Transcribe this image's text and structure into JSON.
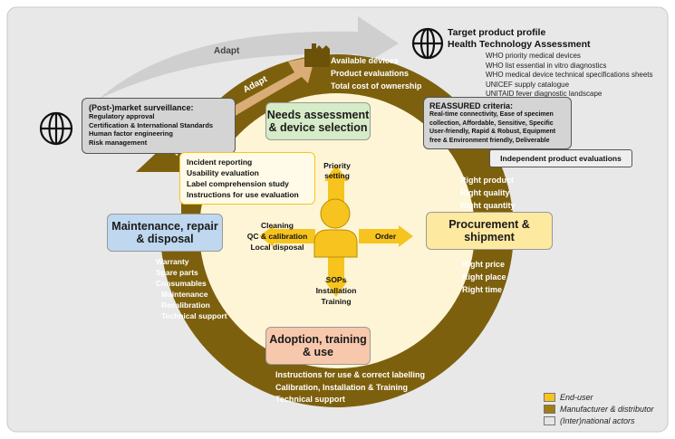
{
  "top": {
    "adapt_upper": "Adapt",
    "adapt_lower": "Adapt"
  },
  "top_right": {
    "title1": "Target product profile",
    "title2": "Health Technology Assessment",
    "items": [
      "WHO priority medical devices",
      "WHO list essential in vitro diagnostics",
      "WHO medical device technical specifications sheets",
      "UNICEF supply catalogue",
      "UNITAID fever diagnostic landscape"
    ]
  },
  "available": {
    "items": [
      "Available devices",
      "Product evaluations",
      "Total cost of ownership"
    ]
  },
  "surveillance": {
    "title": "(Post-)market surveillance:",
    "items": [
      "Regulatory approval",
      "Certification & International Standards",
      "Human factor engineering",
      "Risk management"
    ]
  },
  "needs": {
    "label": "Needs assessment & device selection"
  },
  "reassured": {
    "title": "REASSURED criteria:",
    "items": [
      "Real-time connectivity, Ease of specimen",
      "collection, Affordable, Sensitive, Specific",
      "User-friendly, Rapid & Robust, Equipment",
      "free & Environment friendly, Deliverable"
    ]
  },
  "independent": {
    "label": "Independent product evaluations"
  },
  "incident": {
    "items": [
      "Incident reporting",
      "Usability evaluation",
      "Label comprehension study",
      "Instructions for use evaluation"
    ]
  },
  "center": {
    "priority": [
      "Priority",
      "setting"
    ],
    "cleaning": [
      "Cleaning",
      "QC & calibration",
      "Local disposal"
    ],
    "order": "Order",
    "sops": [
      "SOPs",
      "Installation",
      "Training"
    ]
  },
  "right_rights": {
    "items": [
      "Right product",
      "Right quality",
      "Right quantity"
    ]
  },
  "procurement": {
    "label": "Procurement & shipment"
  },
  "right_price": {
    "items": [
      "Right price",
      "Right place",
      "Right time"
    ]
  },
  "maintenance": {
    "label": "Maintenance, repair & disposal"
  },
  "maint_list": {
    "items": [
      "Warranty",
      "Spare parts",
      "Consumables",
      "Maintenance",
      "Recalibration",
      "Technical support"
    ]
  },
  "adoption": {
    "label": "Adoption, training & use"
  },
  "adoption_list": {
    "items": [
      "Instructions for use & correct labelling",
      "Calibration, Installation & Training",
      "Technical support"
    ]
  },
  "legend": {
    "items": [
      {
        "label": "End-user",
        "color": "#f7c41f"
      },
      {
        "label": "Manufacturer & distributor",
        "color": "#a17d12"
      },
      {
        "label": "(Inter)national actors",
        "color": "#e5e5e5"
      }
    ]
  },
  "colors": {
    "ring": "#7d600d",
    "inner": "#fdf5d6",
    "enduser": "#f7c41f",
    "stage_green": "#d6ebc7",
    "stage_blue": "#bfd8ef",
    "stage_yellow": "#fde9a0",
    "stage_salmon": "#f7c8ac",
    "grey_box": "#d4d4d4",
    "light_grey": "#eeeeee"
  },
  "icons": [
    "globe-icon-right",
    "globe-icon-left",
    "factory-icon",
    "user-icon"
  ]
}
